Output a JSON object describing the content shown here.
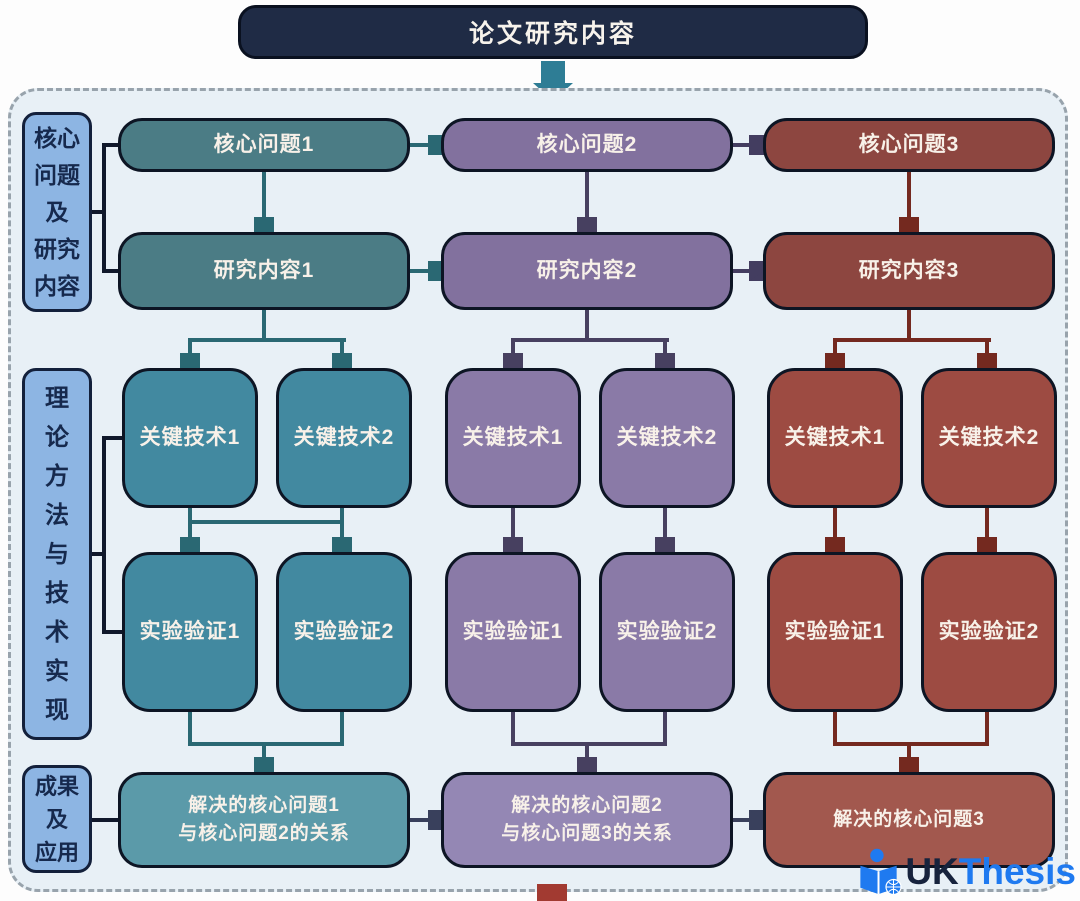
{
  "title": "论文研究内容",
  "side_labels": [
    {
      "text": "核心\n问题\n及\n研究\n内容"
    },
    {
      "text": "理\n论\n方\n法\n与\n技\n术\n实\n现"
    },
    {
      "text": "成果\n及\n应用"
    }
  ],
  "columns": [
    {
      "core_problem": "核心问题1",
      "research_content": "研究内容1",
      "key_tech_1": "关键技术1",
      "key_tech_2": "关键技术2",
      "experiment_1": "实验验证1",
      "experiment_2": "实验验证2",
      "outcome": "解决的核心问题1\n与核心问题2的关系"
    },
    {
      "core_problem": "核心问题2",
      "research_content": "研究内容2",
      "key_tech_1": "关键技术1",
      "key_tech_2": "关键技术2",
      "experiment_1": "实验验证1",
      "experiment_2": "实验验证2",
      "outcome": "解决的核心问题2\n与核心问题3的关系"
    },
    {
      "core_problem": "核心问题3",
      "research_content": "研究内容3",
      "key_tech_1": "关键技术1",
      "key_tech_2": "关键技术2",
      "experiment_1": "实验验证1",
      "experiment_2": "实验验证2",
      "outcome": "解决的核心问题3"
    }
  ],
  "watermark": {
    "uk": "UK",
    "thesis": "Thesis"
  },
  "colors": {
    "title_bar": "#1f2b45",
    "frame_bg": "#e8f0f6",
    "side_label_bg": "#8db5e3",
    "column1_teal": "#4b7c85",
    "column2_purple": "#82719e",
    "column3_red": "#8d4640",
    "logo_blue": "#1f7af0"
  }
}
